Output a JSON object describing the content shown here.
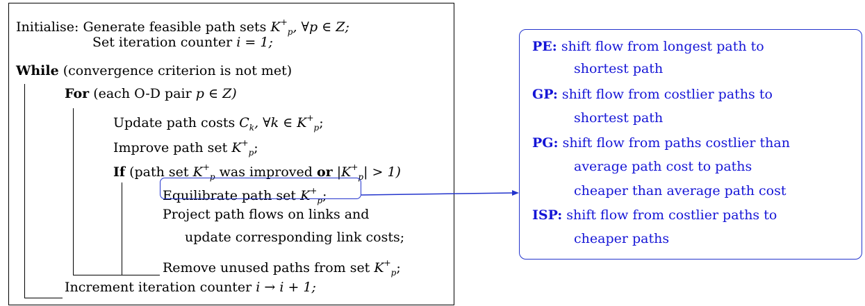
{
  "algorithm": {
    "init_keyword": "Initialise:",
    "init_text": "Generate feasible path sets",
    "init_math": "K",
    "init_sup": "+",
    "init_sub": "p",
    "init_tail": ", ∀p ∈ Z;",
    "counter_text": "Set iteration counter",
    "counter_math": "i = 1;",
    "while_keyword": "While",
    "while_text": "(convergence criterion is not met)",
    "for_keyword": "For",
    "for_text": "(each O-D pair",
    "for_math": "p ∈ Z)",
    "update_text": "Update path costs",
    "update_math_a": "C",
    "update_math_a_sub": "k",
    "update_math_b": ", ∀k ∈ K",
    "update_sup": "+",
    "update_sub": "p",
    "update_tail": ";",
    "improve_text": "Improve path set",
    "improve_math": "K",
    "improve_sup": "+",
    "improve_sub": "p",
    "improve_tail": ";",
    "if_keyword": "If",
    "if_text_a": "(path set",
    "if_math_a": "K",
    "if_sup_a": "+",
    "if_sub_a": "p",
    "if_text_b": "was improved",
    "if_or": "or",
    "if_math_b": "|K",
    "if_sup_b": "+",
    "if_sub_b": "p",
    "if_tail": "| > 1)",
    "equil_text": "Equilibrate path set",
    "equil_math": "K",
    "equil_sup": "+",
    "equil_sub": "p",
    "equil_tail": ";",
    "project_text_1": "Project path flows on links and",
    "project_text_2": "update corresponding link costs;",
    "remove_text": "Remove unused paths from set",
    "remove_math": "K",
    "remove_sup": "+",
    "remove_sub": "p",
    "remove_tail": ";",
    "increment_text": "Increment iteration counter",
    "increment_math": "i → i + 1;"
  },
  "methods": [
    {
      "abbr": "PE:",
      "line1": "shift flow from longest path to",
      "line2": "shortest path"
    },
    {
      "abbr": "GP:",
      "line1": "shift flow from costlier paths to",
      "line2": "shortest path"
    },
    {
      "abbr": "PG:",
      "line1": "shift flow from paths costlier than",
      "line2": "average path cost to paths",
      "line3": "cheaper than average path cost"
    },
    {
      "abbr": "ISP:",
      "line1": "shift flow from costlier paths to",
      "line2": "cheaper paths"
    }
  ],
  "colors": {
    "text": "#000000",
    "accent": "#1515d6",
    "border": "#2233cc"
  }
}
